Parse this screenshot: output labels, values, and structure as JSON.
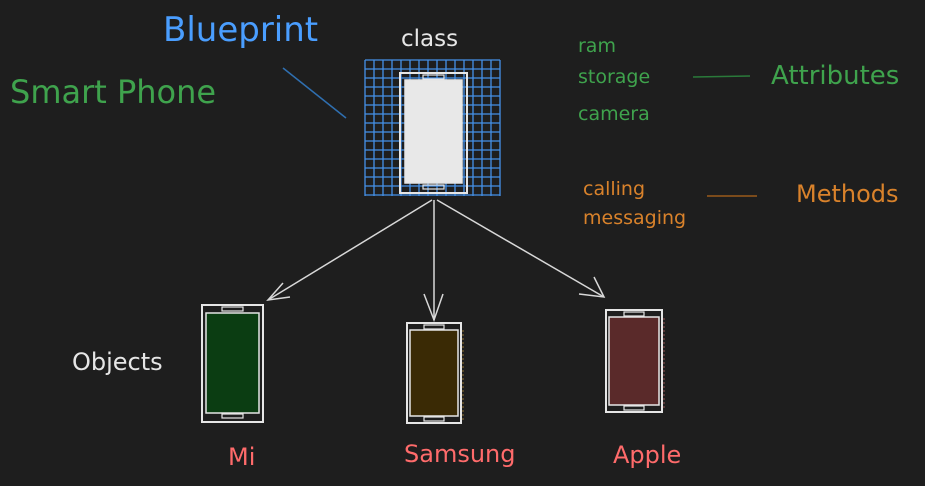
{
  "labels": {
    "blueprint": "Blueprint",
    "smart_phone": "Smart Phone",
    "class": "class",
    "ram": "ram",
    "storage": "storage",
    "camera": "camera",
    "attributes": "Attributes",
    "calling": "calling",
    "messaging": "messaging",
    "methods": "Methods",
    "objects": "Objects",
    "mi": "Mi",
    "samsung": "Samsung",
    "apple": "Apple"
  },
  "colors": {
    "background": "#1e1e1e",
    "blueprint": "#4a9eff",
    "green_text": "#3fa34d",
    "orange_text": "#d9822b",
    "white_text": "#e6e6e6",
    "object_names": "#ff6b6b",
    "mi_fill": "#0b3d12",
    "samsung_fill": "#3a2a05",
    "apple_fill": "#5a2a2a",
    "class_fill": "#e8e8e8"
  }
}
